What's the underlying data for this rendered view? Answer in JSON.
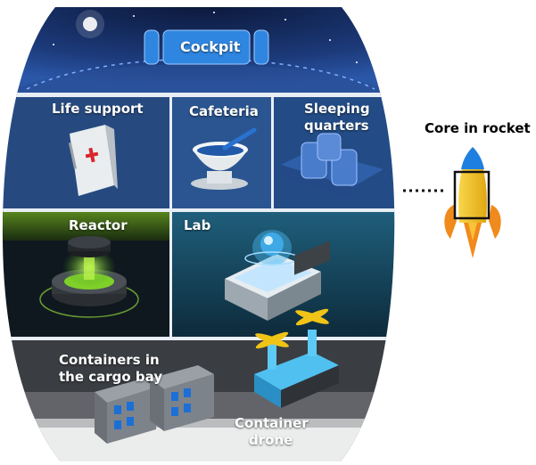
{
  "cockpit_label": "Cockpit",
  "rooms": {
    "life_support": "Life support",
    "cafeteria": "Cafeteria",
    "sleeping_quarters_line1": "Sleeping",
    "sleeping_quarters_line2": "quarters",
    "reactor": "Reactor",
    "lab": "Lab",
    "cargo_line1": "Containers in",
    "cargo_line2": "the cargo bay",
    "drone_line1": "Container",
    "drone_line2": "drone"
  },
  "callout": "Core in rocket",
  "colors": {
    "space": "#0b1f4a",
    "cockpit_button": "#2f86e0",
    "reactor_bg": "#4a7a1a",
    "lab_bg": "#1d4f66",
    "cargo_bg": "#3a3d42",
    "rocket_body": "#f2c21a",
    "rocket_fin": "#f08a1c",
    "rocket_nose": "#1e7fe0"
  },
  "icons": [
    "first-aid-kit-icon",
    "mortar-bowl-icon",
    "sleeping-pods-icon",
    "reactor-core-icon",
    "hologram-lab-icon",
    "cargo-container-icon",
    "drone-icon",
    "rocket-icon"
  ]
}
